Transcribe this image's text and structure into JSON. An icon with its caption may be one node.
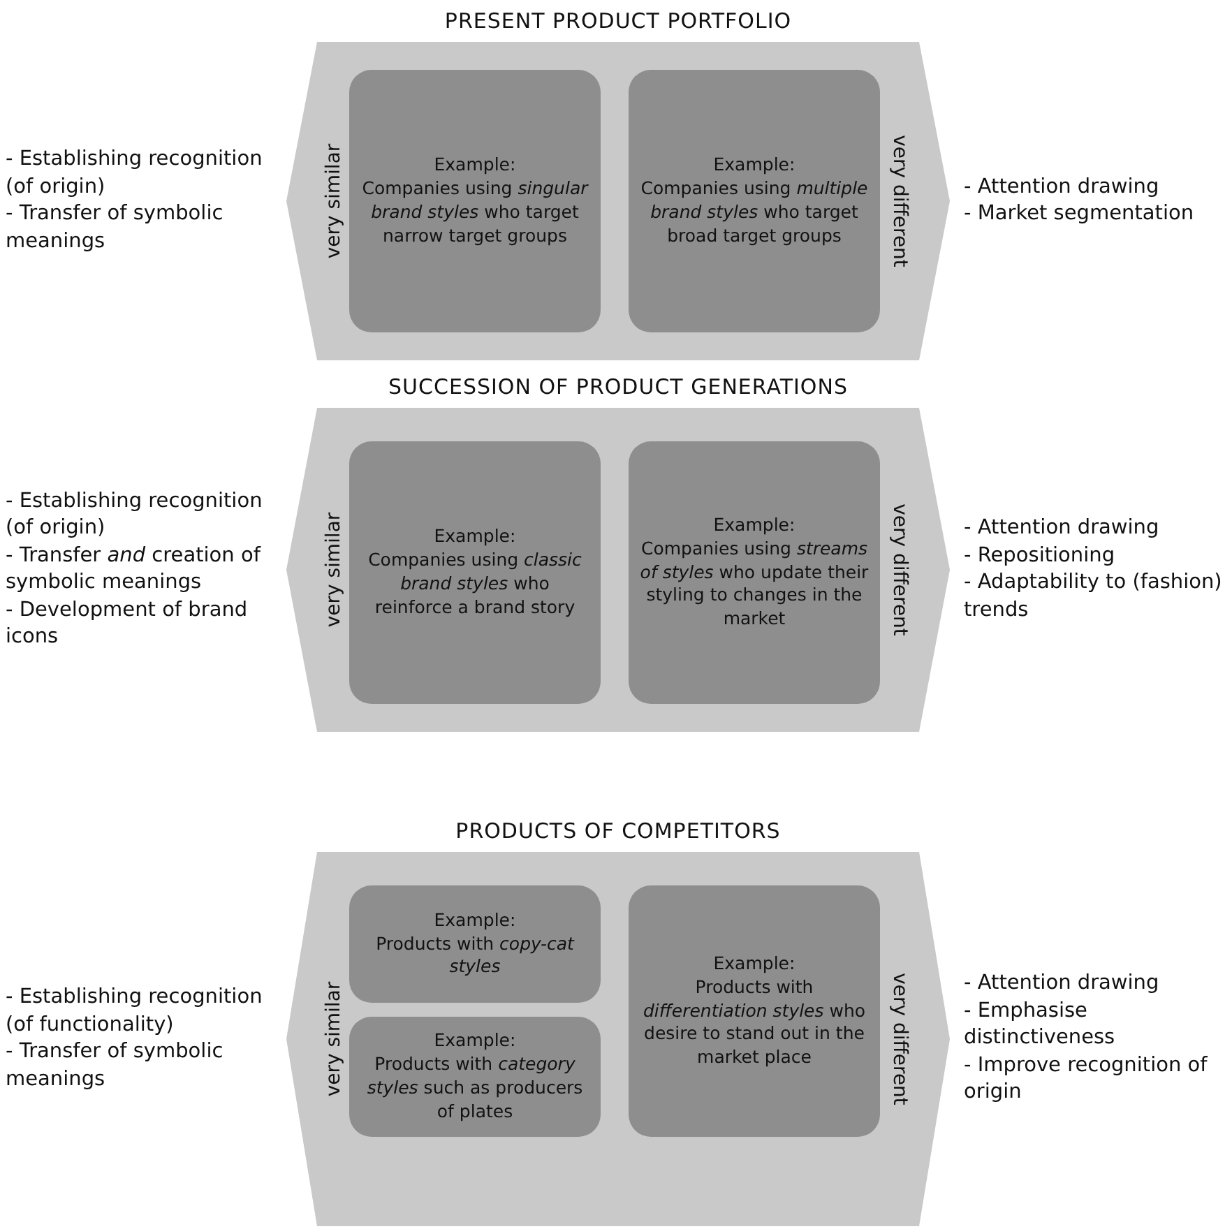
{
  "diagram": {
    "nodes": [
      {
        "text": [
          "PRESENT PRODUCT PORTFOLIO",
          "very similar",
          "very different"
        ],
        "beside": [
          "- Establishing recognition (of origin)",
          "- Transfer of symbolic meanings",
          "- Attention drawing",
          "- Market segmentation"
        ]
      },
      {
        "text": [
          "Example:",
          "Companies using *singular brand styles* who target narrow target groups"
        ],
        "in": 0
      },
      {
        "text": [
          "Example:",
          "Companies using *multiple brand styles* who target broad target groups"
        ],
        "in": 0
      },
      {
        "text": [
          "SUCCESSION OF PRODUCT GENERATIONS",
          "very similar",
          "very different"
        ],
        "beside": [
          "- Establishing recognition (of origin)",
          "- Transfer *and* creation of symbolic meanings",
          "- Development of brand icons",
          "- Attention drawing",
          "- Repositioning",
          "- Adaptability to (fashion) trends"
        ]
      },
      {
        "text": [
          "Example:",
          "Companies using *classic brand styles* who reinforce a brand story"
        ],
        "in": 3
      },
      {
        "text": [
          "Example:",
          "Companies using *streams of styles* who update their styling to changes in the market"
        ],
        "in": 3
      },
      {
        "text": [
          "PRODUCTS OF COMPETITORS",
          "very similar",
          "very different"
        ],
        "beside": [
          "- Establishing recognition (of functionality)",
          "- Transfer of symbolic meanings",
          "- Attention drawing",
          "- Emphasise distinctiveness",
          "- Improve recognition of origin"
        ]
      },
      {
        "text": [
          "Example:",
          "Products with *copy-cat styles*"
        ],
        "in": 6
      },
      {
        "text": [
          "Example:",
          "Products with *category styles* such as producers of plates"
        ],
        "in": 6
      },
      {
        "text": [
          "Example:",
          "Products with *differentiation styles* who desire to stand out in the market place"
        ],
        "in": 6
      }
    ]
  }
}
